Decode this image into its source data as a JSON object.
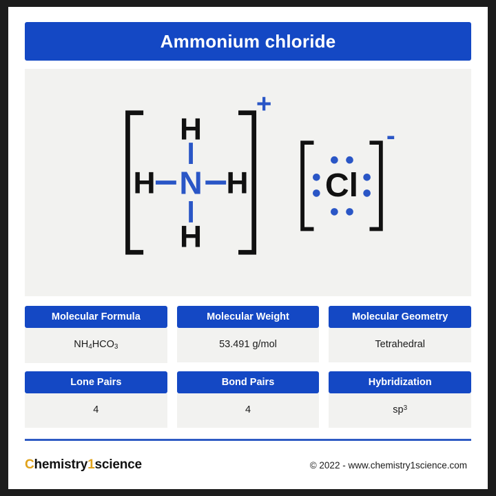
{
  "header": {
    "title": "Ammonium chloride"
  },
  "structure": {
    "cation": {
      "center_atom": "N",
      "hydrogens": [
        "H",
        "H",
        "H",
        "H"
      ],
      "charge": "+",
      "bracket_left": "[",
      "bracket_right": "]",
      "atom_color": "#2a56c6",
      "bond_color": "#2a56c6",
      "hydrogen_color": "#111111",
      "bracket_color": "#111111",
      "charge_color": "#2a56c6"
    },
    "anion": {
      "center_atom": "Cl",
      "charge": "-",
      "lone_pair_count": 4,
      "dot_count": 8,
      "bracket_left": "[",
      "bracket_right": "]",
      "atom_color": "#111111",
      "dot_color": "#2a56c6",
      "bracket_color": "#111111",
      "charge_color": "#2a56c6"
    },
    "panel_background": "#f2f2f0"
  },
  "properties": {
    "row1": [
      {
        "label": "Molecular Formula",
        "value": "NH4HCO3",
        "value_html": "NH<sub>4</sub>HCO<sub>3</sub>"
      },
      {
        "label": "Molecular Weight",
        "value": "53.491 g/mol",
        "value_html": "53.491 g/mol"
      },
      {
        "label": "Molecular Geometry",
        "value": "Tetrahedral",
        "value_html": "Tetrahedral"
      }
    ],
    "row2": [
      {
        "label": "Lone Pairs",
        "value": "4",
        "value_html": "4"
      },
      {
        "label": "Bond Pairs",
        "value": "4",
        "value_html": "4"
      },
      {
        "label": "Hybridization",
        "value": "sp3",
        "value_html": "sp<sup>3</sup>"
      }
    ]
  },
  "footer": {
    "logo_part1": "C",
    "logo_part2": "hemistry",
    "logo_part3": "1",
    "logo_part4": "science",
    "copyright": "© 2022 - www.chemistry1science.com"
  },
  "colors": {
    "brand_blue": "#1448c4",
    "atom_blue": "#2a56c6",
    "accent_gold": "#e0a21a",
    "frame_dark": "#1c1c1c",
    "panel_gray": "#f2f2f0"
  }
}
